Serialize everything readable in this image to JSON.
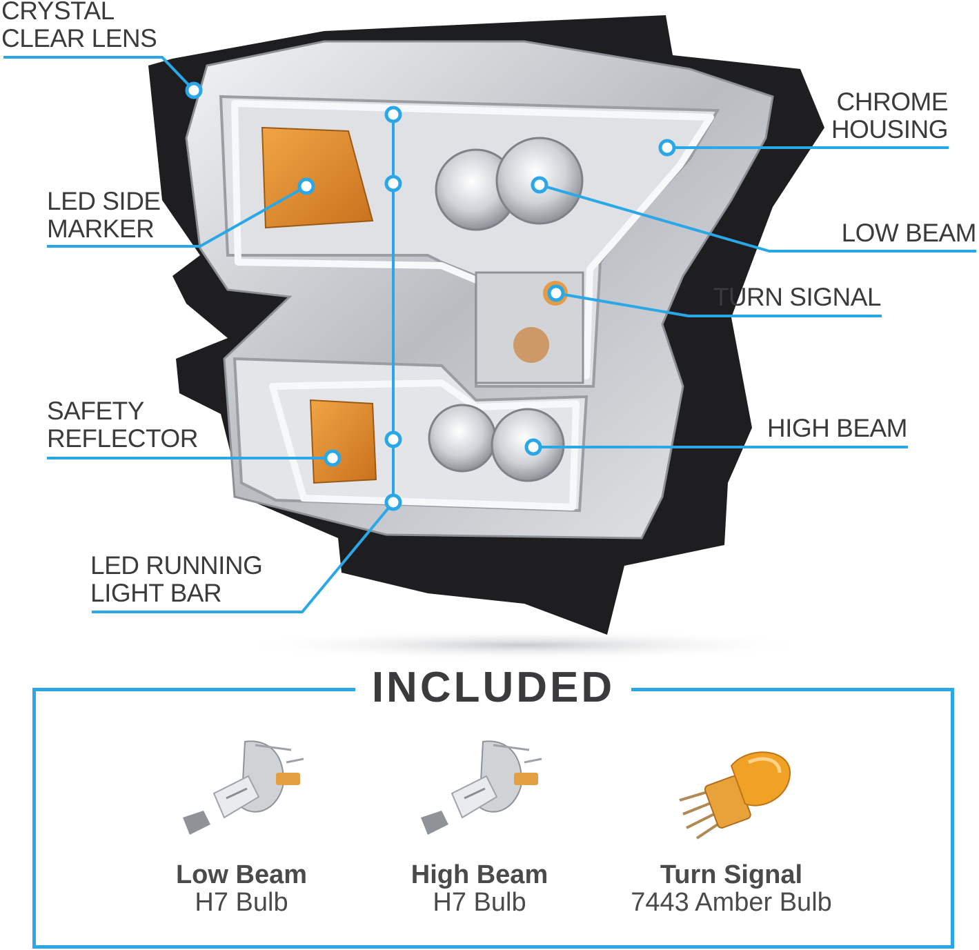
{
  "callouts": {
    "crystal_clear_lens": [
      "CRYSTAL",
      "CLEAR LENS"
    ],
    "led_side_marker": [
      "LED SIDE",
      "MARKER"
    ],
    "safety_reflector": [
      "SAFETY",
      "REFLECTOR"
    ],
    "led_running_light_bar": [
      "LED RUNNING",
      "LIGHT BAR"
    ],
    "chrome_housing": [
      "CHROME",
      "HOUSING"
    ],
    "low_beam": "LOW BEAM",
    "turn_signal": "TURN SIGNAL",
    "high_beam": "HIGH BEAM"
  },
  "included": {
    "title": "INCLUDED",
    "items": [
      {
        "name": "Low Beam",
        "type": "H7 Bulb",
        "icon": "h7-halogen-bulb-icon"
      },
      {
        "name": "High Beam",
        "type": "H7 Bulb",
        "icon": "h7-halogen-bulb-icon"
      },
      {
        "name": "Turn Signal",
        "type": "7443 Amber Bulb",
        "icon": "7443-amber-bulb-icon"
      }
    ]
  },
  "colors": {
    "accent": "#2aa7e6",
    "amber": "#e8912a",
    "chrome": "#c9ccd0",
    "housing_black": "#1c1c1e",
    "text": "#3b3b3d"
  }
}
